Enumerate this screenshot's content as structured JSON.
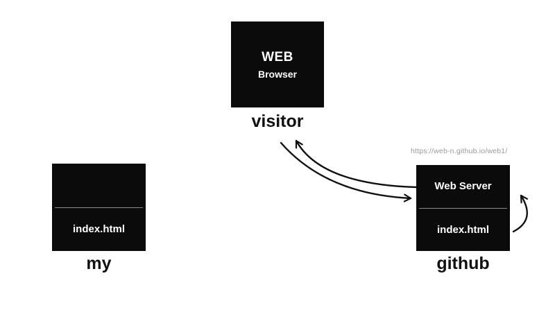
{
  "diagram": {
    "visitor": {
      "box_line1": "WEB",
      "box_line2": "Browser",
      "label": "visitor"
    },
    "my": {
      "file": "index.html",
      "label": "my"
    },
    "github": {
      "url": "https://web-n.github.io/web1/",
      "server": "Web Server",
      "file": "index.html",
      "label": "github"
    },
    "colors": {
      "background": "#ffffff",
      "box_bg": "#0b0b0b",
      "box_text": "#ffffff",
      "label_text": "#111111",
      "url_text": "#9a9a9a",
      "divider": "#8a8a8a",
      "arrow": "#111111"
    }
  }
}
